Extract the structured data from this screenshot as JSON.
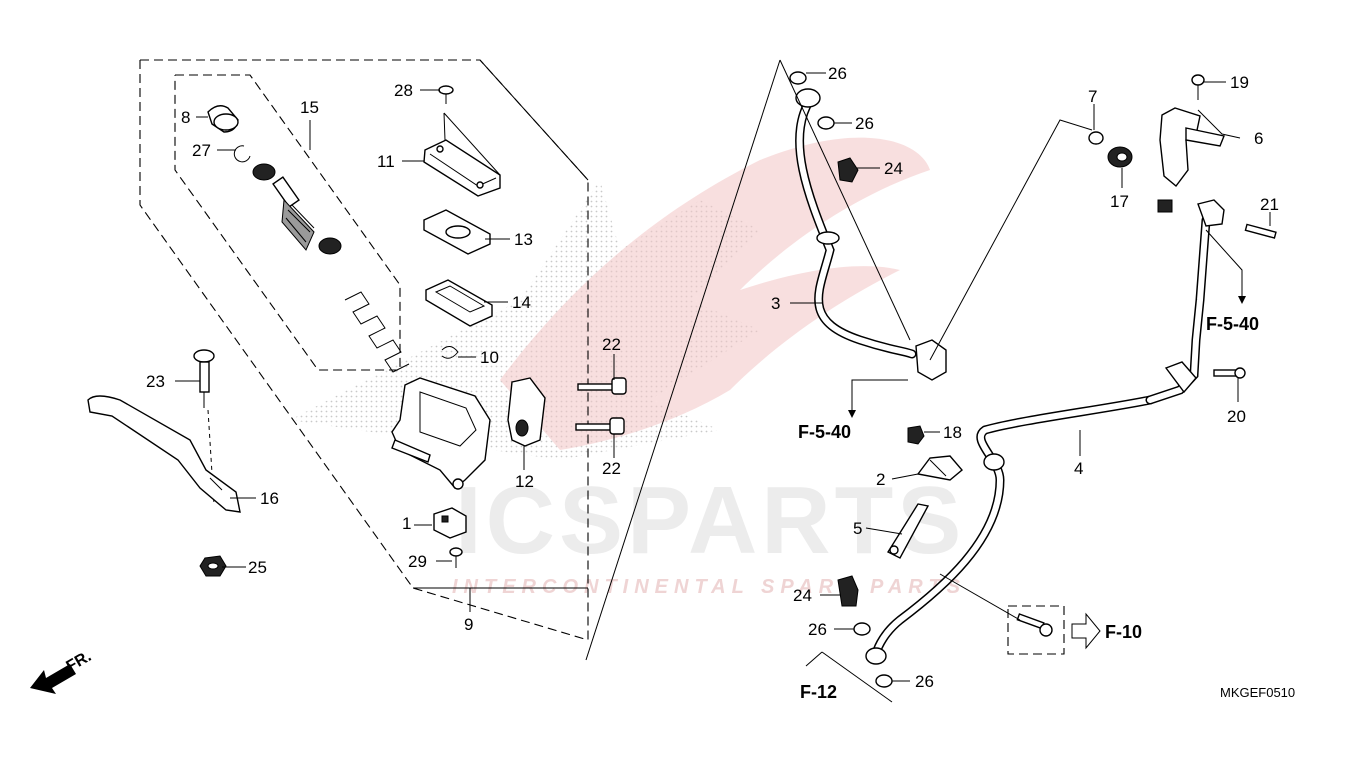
{
  "watermark": {
    "brand": "ICSPARTS",
    "tagline": "INTERCONTINENTAL SPARE PARTS"
  },
  "callouts": {
    "c1": "1",
    "c2": "2",
    "c3": "3",
    "c4": "4",
    "c5": "5",
    "c6": "6",
    "c7": "7",
    "c8": "8",
    "c9": "9",
    "c10": "10",
    "c11": "11",
    "c12": "12",
    "c13": "13",
    "c14": "14",
    "c15": "15",
    "c16": "16",
    "c17": "17",
    "c18": "18",
    "c19": "19",
    "c20": "20",
    "c21": "21",
    "c22a": "22",
    "c22b": "22",
    "c23": "23",
    "c24a": "24",
    "c24b": "24",
    "c25": "25",
    "c26a": "26",
    "c26b": "26",
    "c26c": "26",
    "c26d": "26",
    "c27": "27",
    "c28": "28",
    "c29": "29"
  },
  "references": {
    "f540_left": "F-5-40",
    "f540_right": "F-5-40",
    "f10": "F-10",
    "f12": "F-12"
  },
  "direction_label": "FR.",
  "diagram_code": "MKGEF0510",
  "icons": [
    "front-direction-arrow-icon",
    "reference-arrow-icon"
  ],
  "colors": {
    "watermark_red": "#e88a8a",
    "watermark_grey": "#ececec"
  }
}
